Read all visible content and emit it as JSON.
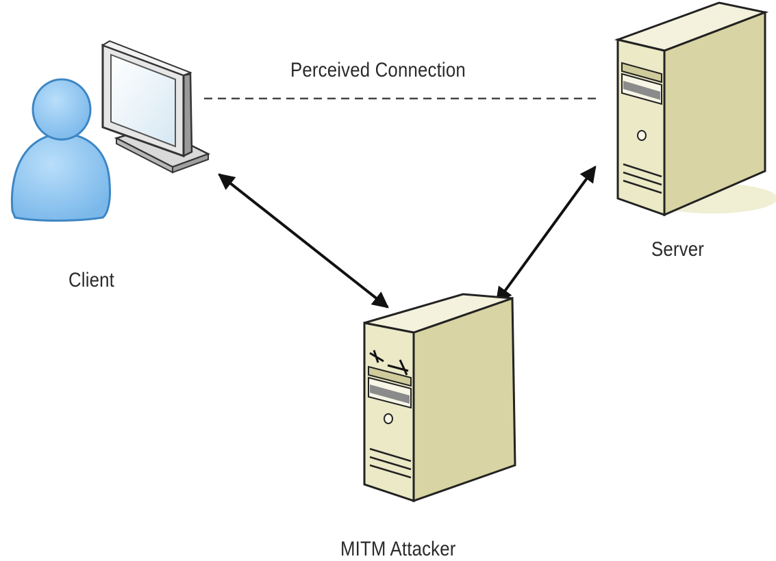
{
  "diagram": {
    "labels": {
      "perceived_connection": "Perceived Connection",
      "client": "Client",
      "server": "Server",
      "attacker": "MITM Attacker"
    },
    "icons": {
      "client_user": "user-icon",
      "client_monitor": "monitor-icon",
      "server": "server-tower-icon",
      "attacker": "server-tower-icon"
    },
    "colors": {
      "user_fill": "#8cc5f0",
      "user_stroke": "#3d86c4",
      "tower_front": "#ebe9c6",
      "tower_side": "#d8d4a3",
      "tower_top": "#f4f2dc",
      "arrow": "#111111",
      "dashed_line": "#444444"
    }
  }
}
